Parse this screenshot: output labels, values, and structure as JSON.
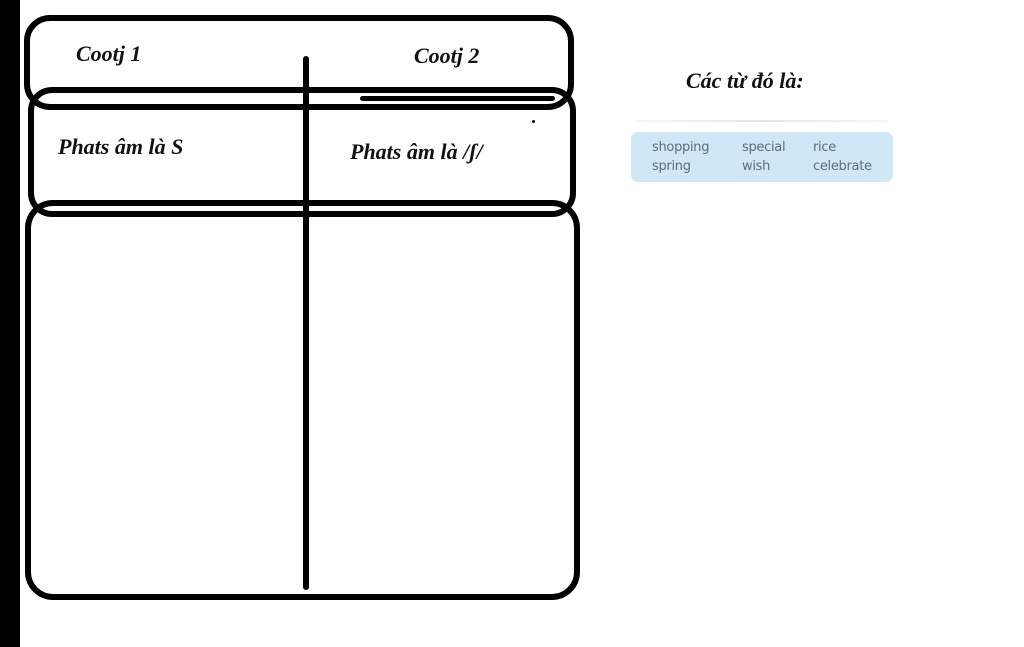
{
  "table": {
    "column1_title": "Cootj 1",
    "column2_title": "Cootj 2",
    "column1_subtitle": "Phats âm là S",
    "column2_subtitle": "Phats âm là  /ʃ/"
  },
  "caption": "Các từ đó là:",
  "word_bank": {
    "words": [
      "shopping",
      "special",
      "rice",
      "spring",
      "wish",
      "celebrate"
    ]
  },
  "colors": {
    "card_background": "#cfe7f6",
    "card_text": "#5d6e7a",
    "ink": "#000000"
  }
}
